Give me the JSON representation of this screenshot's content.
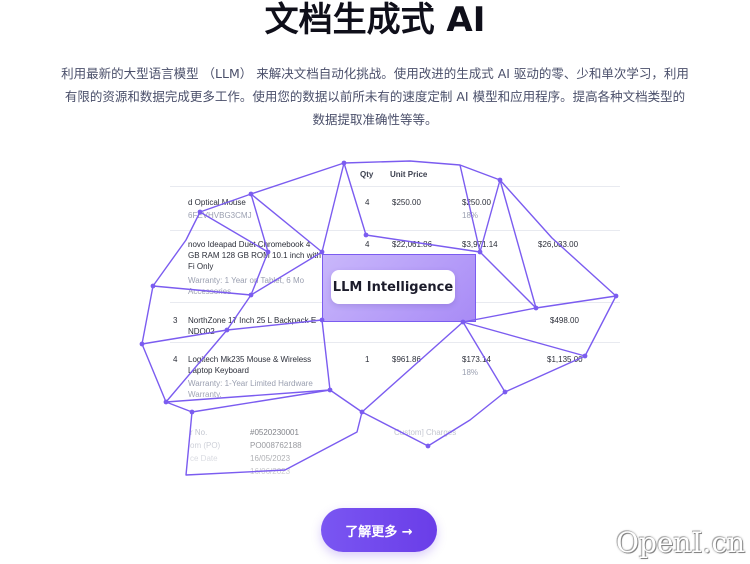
{
  "header": {
    "title": "文档生成式 AI",
    "description_lines": [
      "利用最新的大型语言模型 （LLM） 来解决文档自动化挑战。使用改进的生成式 AI 驱动的零、少和单次学习，利用",
      "有限的资源和数据完成更多工作。使用您的数据以前所未有的速度定制 AI 模型和应用程序。提高各种文档类型的",
      "数据提取准确性等等。"
    ]
  },
  "illustration": {
    "center_label": "LLM Intelligence",
    "table_headers": {
      "qty": "Qty",
      "unit_price": "Unit Price"
    },
    "rows": [
      {
        "item": "d Optical Mouse",
        "sub": "6FEVHVBG3CMJ",
        "qty": "4",
        "unit_price": "$250.00",
        "tax": "$250.00",
        "tax_pct": "18%",
        "total": ""
      },
      {
        "item_lines": [
          "novo Ideapad Duet Chromebook 4",
          "GB RAM 128 GB ROM 10.1 inch with",
          "Fi Only"
        ],
        "sub_lines": [
          "Warranty: 1 Year on Tablet, 6 Mo",
          "Accessories."
        ],
        "qty": "4",
        "unit_price": "$22,061.86",
        "tax": "$3,971.14",
        "total": "$26,033.00"
      },
      {
        "num": "3",
        "item_lines": [
          "NorthZone 17 Inch 25 L Backpack E",
          "NDO02"
        ],
        "total": "$498.00"
      },
      {
        "num": "4",
        "item_lines": [
          "Logitech Mk235 Mouse & Wireless",
          "Laptop Keyboard"
        ],
        "sub_lines": [
          "Warranty: 1-Year Limited Hardware",
          "Warranty."
        ],
        "qty": "1",
        "unit_price": "$961.86",
        "tax": "$173.14",
        "tax_pct": "18%",
        "total": "$1,135.00"
      }
    ],
    "footer_labels": [
      "r No.",
      "om (PO)",
      "ce Date"
    ],
    "footer_values": [
      "#0520230001",
      "PO008762188",
      "16/05/2023",
      "16/06/2023"
    ],
    "charges_label": "Custom] Charges"
  },
  "cta": {
    "label": "了解更多 →"
  },
  "watermark": {
    "text": "OpenI.cn"
  },
  "colors": {
    "accent": "#6a3de8",
    "mesh": "#7b5cf0",
    "title": "#0f0f1a"
  }
}
